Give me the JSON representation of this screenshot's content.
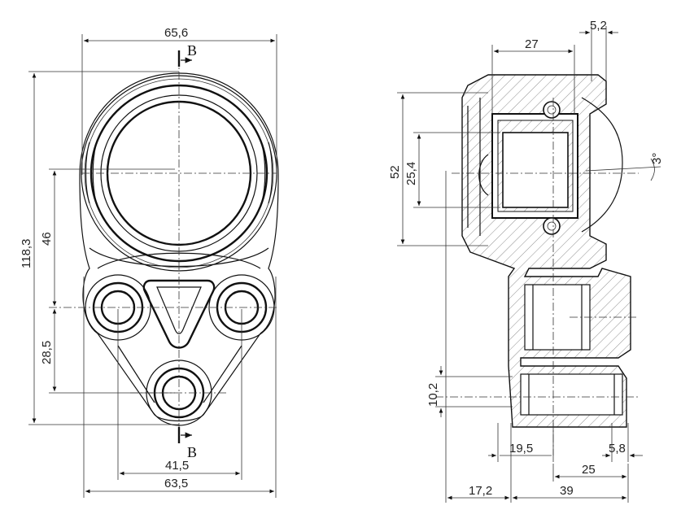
{
  "drawing": {
    "section_marks": {
      "top": "B",
      "bottom": "B"
    },
    "front_view_dimensions": {
      "overall_width_top": "65,6",
      "overall_height": "118,3",
      "upper_height": "46",
      "lower_height": "28,5",
      "mount_spacing": "41,5",
      "overall_width_bottom": "63,5"
    },
    "section_view_dimensions": {
      "bearing_width": "27",
      "flange_offset": "5,2",
      "bearing_outer": "52",
      "bearing_inner": "25,4",
      "angle": "3°",
      "port_diameter": "10,2",
      "offset_1": "19,5",
      "offset_2": "5,8",
      "offset_3": "25",
      "offset_4": "17,2",
      "offset_5": "39"
    }
  }
}
